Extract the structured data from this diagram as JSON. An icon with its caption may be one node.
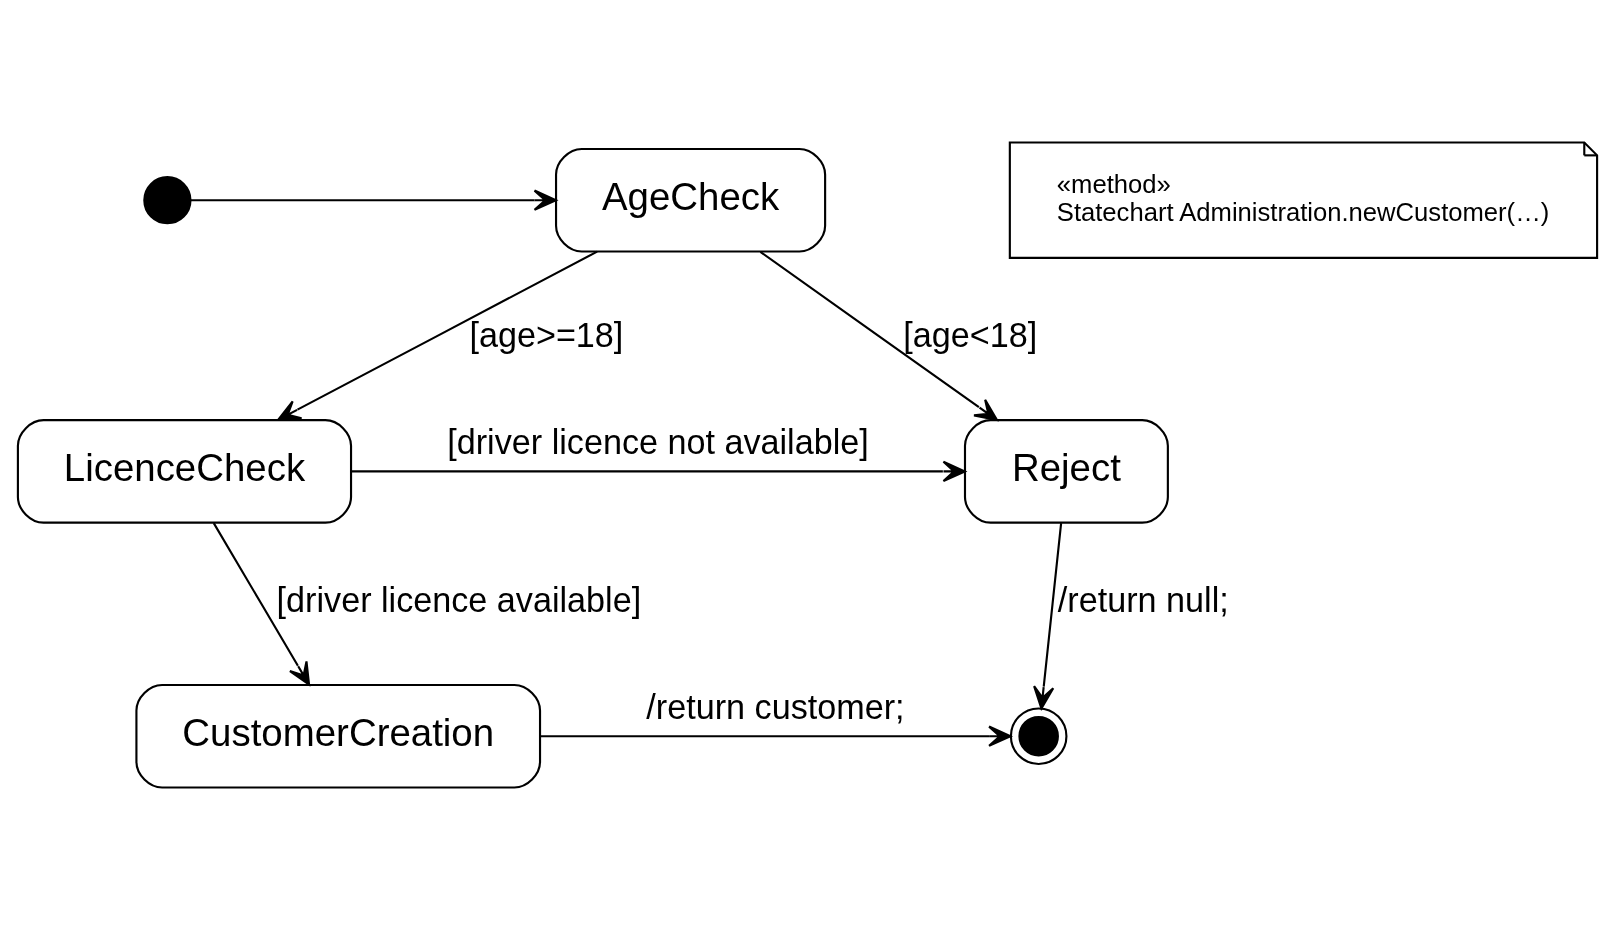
{
  "diagram": {
    "nodes": [
      {
        "text": [],
        "shape": "circle"
      },
      {
        "text": [
          "AgeCheck"
        ]
      },
      {
        "text": [
          "LicenceCheck"
        ]
      },
      {
        "text": [
          "Reject"
        ]
      },
      {
        "text": [
          "CustomerCreation"
        ]
      },
      {
        "text": [],
        "shape": "circle"
      },
      {
        "text": [
          "«method»",
          "Statechart Administration.newCustomer(…)"
        ]
      }
    ],
    "edges": [
      {
        "from": 0,
        "to": 1,
        "arrow": "to"
      },
      {
        "from": 1,
        "to": 3,
        "arrow": "to",
        "label": "[age<18]"
      },
      {
        "from": 1,
        "to": 2,
        "arrow": "to",
        "label": "[age>=18]"
      },
      {
        "from": 2,
        "to": 3,
        "arrow": "to",
        "label": "[driver licence not available]"
      },
      {
        "from": 2,
        "to": 4,
        "arrow": "to",
        "label": "[driver licence available]"
      },
      {
        "from": 3,
        "to": 5,
        "arrow": "to",
        "label": "/return null;"
      },
      {
        "from": 4,
        "to": 5,
        "arrow": "to",
        "label": "/return customer;"
      }
    ]
  }
}
